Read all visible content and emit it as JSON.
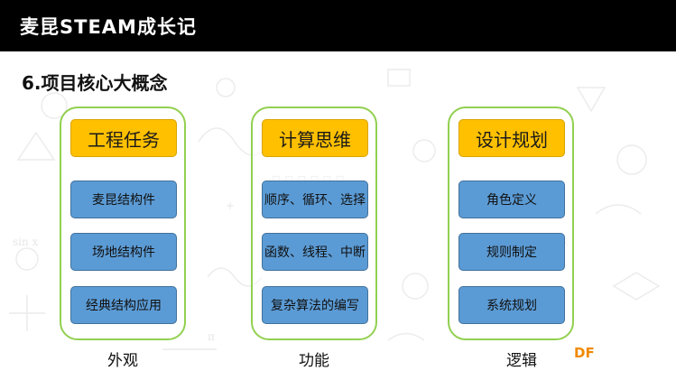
{
  "header": {
    "title": "麦昆STEAM成长记"
  },
  "section": {
    "title": "6.项目核心大概念"
  },
  "columns": [
    {
      "header": "工程任务",
      "items": [
        "麦昆结构件",
        "场地结构件",
        "经典结构应用"
      ],
      "caption": "外观"
    },
    {
      "header": "计算思维",
      "items": [
        "顺序、循环、选择",
        "函数、线程、中断",
        "复杂算法的编写"
      ],
      "caption": "功能"
    },
    {
      "header": "设计规划",
      "items": [
        "角色定义",
        "规则制定",
        "系统规划"
      ],
      "caption": "逻辑"
    }
  ],
  "logo": {
    "text": "DF"
  },
  "colors": {
    "header_bg": "#000000",
    "column_border": "#92d050",
    "column_header_fill": "#ffc000",
    "item_fill": "#5b9bd5",
    "logo": "#f08a00"
  }
}
